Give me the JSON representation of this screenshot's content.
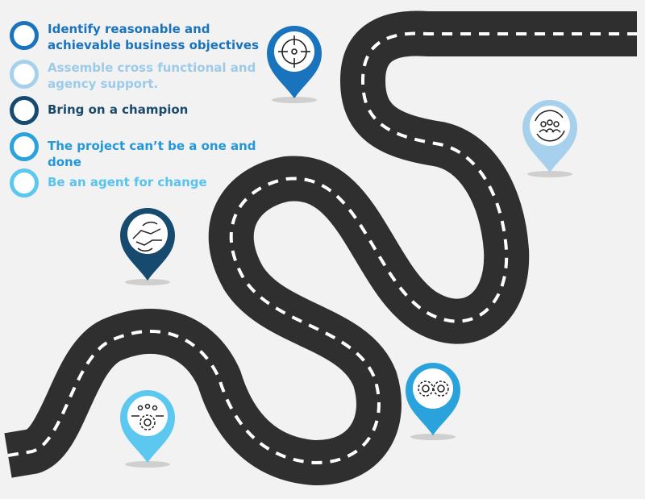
{
  "legend": {
    "items": [
      {
        "text": "Identify reasonable and\nachievable business objectives",
        "color": "#1a73bd",
        "ring_color": "#1a73bd"
      },
      {
        "text": "Assemble cross functional and\nagency support.",
        "color": "#9ccbe9",
        "ring_color": "#a6d0ec"
      },
      {
        "text": "Bring on a champion",
        "color": "#1b4a6b",
        "ring_color": "#164a6e"
      },
      {
        "text": "The project can’t be a one and done",
        "color": "#2497d6",
        "ring_color": "#2aa3dc"
      },
      {
        "text": "Be an agent for change",
        "color": "#57c3ee",
        "ring_color": "#5cc8f0"
      }
    ]
  },
  "markers": [
    {
      "icon": "target-icon",
      "color": "#1a73bd"
    },
    {
      "icon": "team-cycle-icon",
      "color": "#a6d0ec"
    },
    {
      "icon": "handshake-icon",
      "color": "#164a6e"
    },
    {
      "icon": "gears-icon",
      "color": "#2aa3dc"
    },
    {
      "icon": "gear-people-icon",
      "color": "#5cc8f0"
    }
  ],
  "road": {
    "color": "#2f2f2f",
    "dash_color": "#ffffff"
  }
}
